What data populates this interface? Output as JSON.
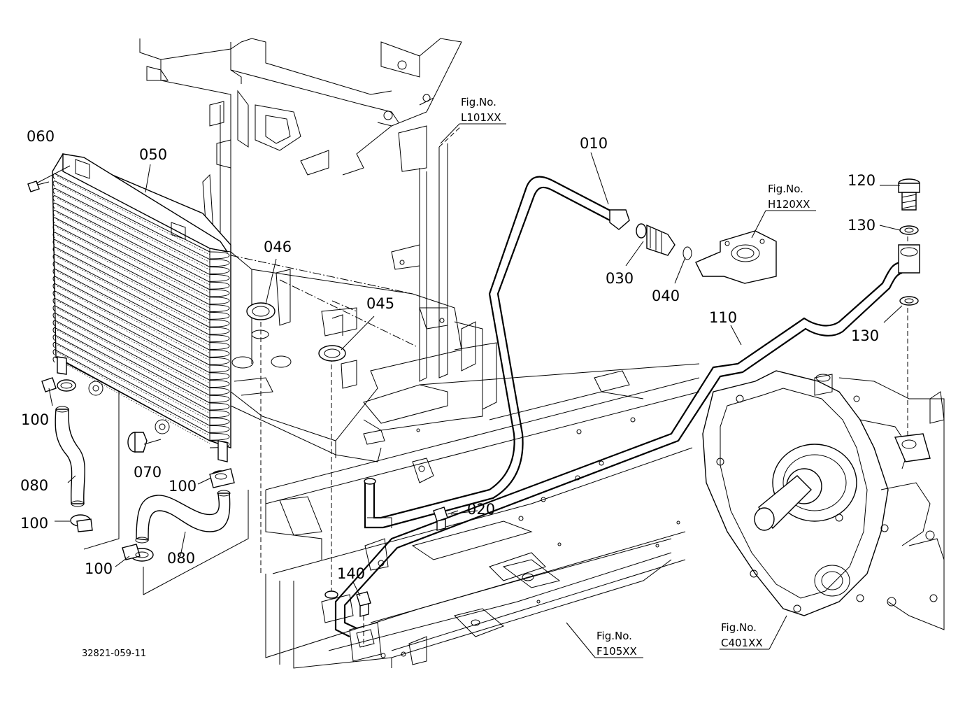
{
  "drawing_code": "32821-059-11",
  "parts": [
    {
      "id": "p010",
      "label": "010"
    },
    {
      "id": "p020",
      "label": "020"
    },
    {
      "id": "p030",
      "label": "030"
    },
    {
      "id": "p040",
      "label": "040"
    },
    {
      "id": "p045",
      "label": "045"
    },
    {
      "id": "p046",
      "label": "046"
    },
    {
      "id": "p050",
      "label": "050"
    },
    {
      "id": "p060",
      "label": "060"
    },
    {
      "id": "p070",
      "label": "070"
    },
    {
      "id": "p080a",
      "label": "080"
    },
    {
      "id": "p080b",
      "label": "080"
    },
    {
      "id": "p100a",
      "label": "100"
    },
    {
      "id": "p100b",
      "label": "100"
    },
    {
      "id": "p100c",
      "label": "100"
    },
    {
      "id": "p100d",
      "label": "100"
    },
    {
      "id": "p110",
      "label": "110"
    },
    {
      "id": "p120",
      "label": "120"
    },
    {
      "id": "p130a",
      "label": "130"
    },
    {
      "id": "p130b",
      "label": "130"
    },
    {
      "id": "p140",
      "label": "140"
    }
  ],
  "references": [
    {
      "id": "L101",
      "caption": "Fig.No.",
      "code": "L101XX"
    },
    {
      "id": "H120",
      "caption": "Fig.No.",
      "code": "H120XX"
    },
    {
      "id": "F105",
      "caption": "Fig.No.",
      "code": "F105XX"
    },
    {
      "id": "C401",
      "caption": "Fig.No.",
      "code": "C401XX"
    }
  ]
}
